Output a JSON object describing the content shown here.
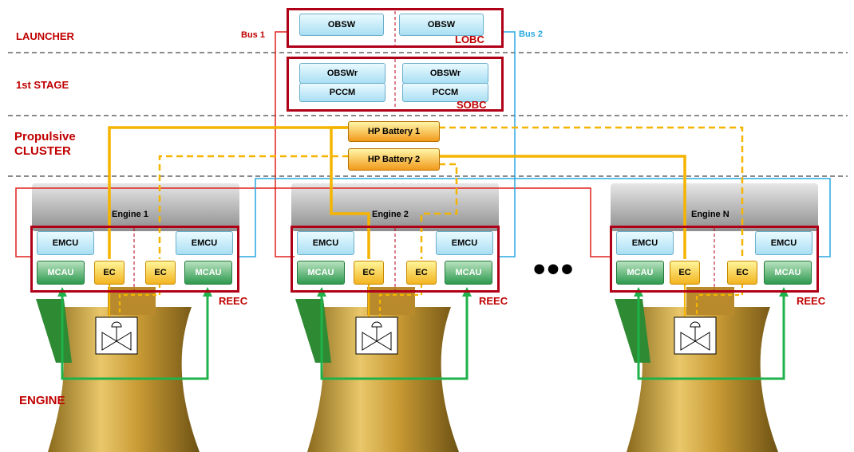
{
  "layers": {
    "launcher": "LAUNCHER",
    "first_stage": "1st STAGE",
    "propulsive_line1": "Propulsive",
    "propulsive_line2": "CLUSTER",
    "engine": "ENGINE"
  },
  "buses": {
    "bus1": "Bus 1",
    "bus2": "Bus 2"
  },
  "lobc": {
    "label": "LOBC",
    "left": "OBSW",
    "right": "OBSW"
  },
  "sobc": {
    "label": "SOBC",
    "left_top": "OBSWr",
    "left_bottom": "PCCM",
    "right_top": "OBSWr",
    "right_bottom": "PCCM"
  },
  "batteries": {
    "b1": "HP Battery 1",
    "b2": "HP Battery 2"
  },
  "engines": [
    {
      "title": "Engine 1",
      "emcu_left": "EMCU",
      "emcu_right": "EMCU",
      "mcau_left": "MCAU",
      "mcau_right": "MCAU",
      "ec_left": "EC",
      "ec_right": "EC",
      "reec": "REEC"
    },
    {
      "title": "Engine 2",
      "emcu_left": "EMCU",
      "emcu_right": "EMCU",
      "mcau_left": "MCAU",
      "mcau_right": "MCAU",
      "ec_left": "EC",
      "ec_right": "EC",
      "reec": "REEC"
    },
    {
      "title": "Engine N",
      "emcu_left": "EMCU",
      "emcu_right": "EMCU",
      "mcau_left": "MCAU",
      "mcau_right": "MCAU",
      "ec_left": "EC",
      "ec_right": "EC",
      "reec": "REEC"
    }
  ],
  "ellipsis": "•••",
  "colors": {
    "bus1": "#e0201c",
    "bus2": "#29a8e0",
    "frame": "#b00018",
    "battery1_line": "#f5b400",
    "battery2_line": "#f5b400",
    "engine_loop": "#1fb14a",
    "label": "#c00000"
  }
}
